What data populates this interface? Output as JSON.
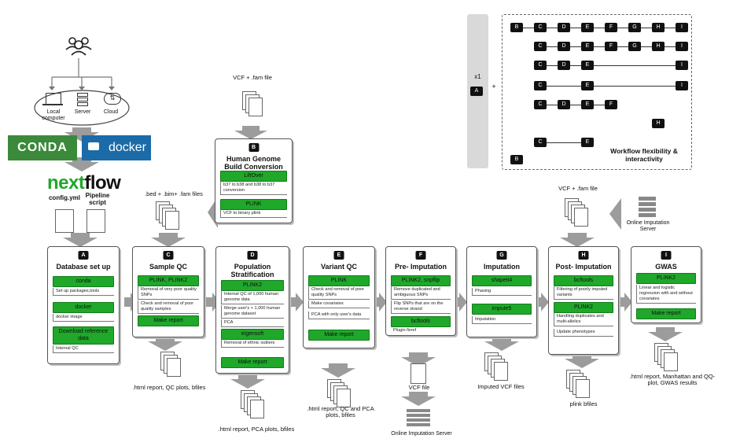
{
  "infra": {
    "computers": [
      "Local computer",
      "Server",
      "Cloud"
    ],
    "conda": "CONDA",
    "docker": "docker",
    "nextflow_a": "next",
    "nextflow_b": "flow",
    "config": "config.yml",
    "pipeline": "Pipeline script"
  },
  "inputs": {
    "vcf_fam_b": "VCF + .fam file",
    "bed_bim_fam": ".bed + .bim+ .fam files",
    "vcf_fam_h": "VCF + .fam file",
    "online_server_top": "Online Imputation Server",
    "online_server_bottom": "Online Imputation Server"
  },
  "stage_b": {
    "letter": "B",
    "title": "Human Genome Build Conversion",
    "tool1": "LiftOver",
    "note1": "b37 to b38 and b38 to b37 conversion",
    "tool2": "PLINK",
    "note2": "VCF to binary plink"
  },
  "stages": [
    {
      "letter": "A",
      "title": "Database set up",
      "tool1": "conda",
      "note1": "Set up packages,tools",
      "tool2": "docker",
      "note2": "docker image",
      "tool3": "Download reference data",
      "note3": "Internal QC"
    },
    {
      "letter": "C",
      "title": "Sample QC",
      "tool1": "PLINK, PLINK2",
      "note1": "Removal of very poor quality SNPs",
      "note1b": "Check and removal of poor quality samples",
      "tool2": "Make report",
      "output": ".html report, QC plots, bfiles"
    },
    {
      "letter": "D",
      "title": "Population Stratification",
      "tool1": "PLINK2",
      "note1": "Internal QC of 1,000 human genome data",
      "note2": "Merge user's + 1,000 human genome dataset",
      "note3": "PCA",
      "tool2": "eigensoft",
      "note4": "Removal of ethnic outliers",
      "tool3": "Make report",
      "output": ".html report, PCA plots, bfiles"
    },
    {
      "letter": "E",
      "title": "Variant QC",
      "tool1": "PLINK",
      "note1": "Check and removal of poor quality SNPs",
      "note2": "Make covariates",
      "note3": "PCA with only user's data",
      "tool2": "Make report",
      "output": ".html report, QC and PCA plots, bfiles"
    },
    {
      "letter": "F",
      "title": "Pre- Imputation",
      "tool1": "PLINK2, snpflip",
      "note1": "Remove duplicated and ambiguous SNPs",
      "note2": "Flip SNPs that are on the reverse strand",
      "tool2": "bcftools",
      "note3": "Plugin fixref",
      "output": "VCF file"
    },
    {
      "letter": "G",
      "title": "Imputation",
      "tool1": "shapeit4",
      "note1": "Phasing",
      "tool2": "impute5",
      "note2": "Imputation",
      "output": "Imputed VCF files"
    },
    {
      "letter": "H",
      "title": "Post- Imputation",
      "tool1": "bcftools",
      "note1": "Filtering of poorly imputed variants",
      "tool2": "PLINK2",
      "note2": "Handling duplicates and multi-allelics",
      "note3": "Update phenotypes",
      "output": "plink bfiles"
    },
    {
      "letter": "I",
      "title": "GWAS",
      "tool1": "PLINK2",
      "note1": "Linear and logistic regression with and without covariates",
      "tool2": "Make report",
      "output": ".html report, Manhattan and QQ-plot, GWAS results"
    }
  ],
  "flex": {
    "x1": "x1",
    "a": "A",
    "plus": "+",
    "caption": "Workflow flexibility & interactivity",
    "bottom_b": "B",
    "rows": [
      [
        "B",
        "C",
        "D",
        "E",
        "F",
        "G",
        "H",
        "I"
      ],
      [
        "C",
        "D",
        "E",
        "F",
        "G",
        "H",
        "I"
      ],
      [
        "C",
        "D",
        "E",
        "I"
      ],
      [
        "C",
        "E",
        "I"
      ],
      [
        "C",
        "D",
        "E",
        "F"
      ],
      [
        "H"
      ],
      [
        "C",
        "E"
      ]
    ]
  }
}
